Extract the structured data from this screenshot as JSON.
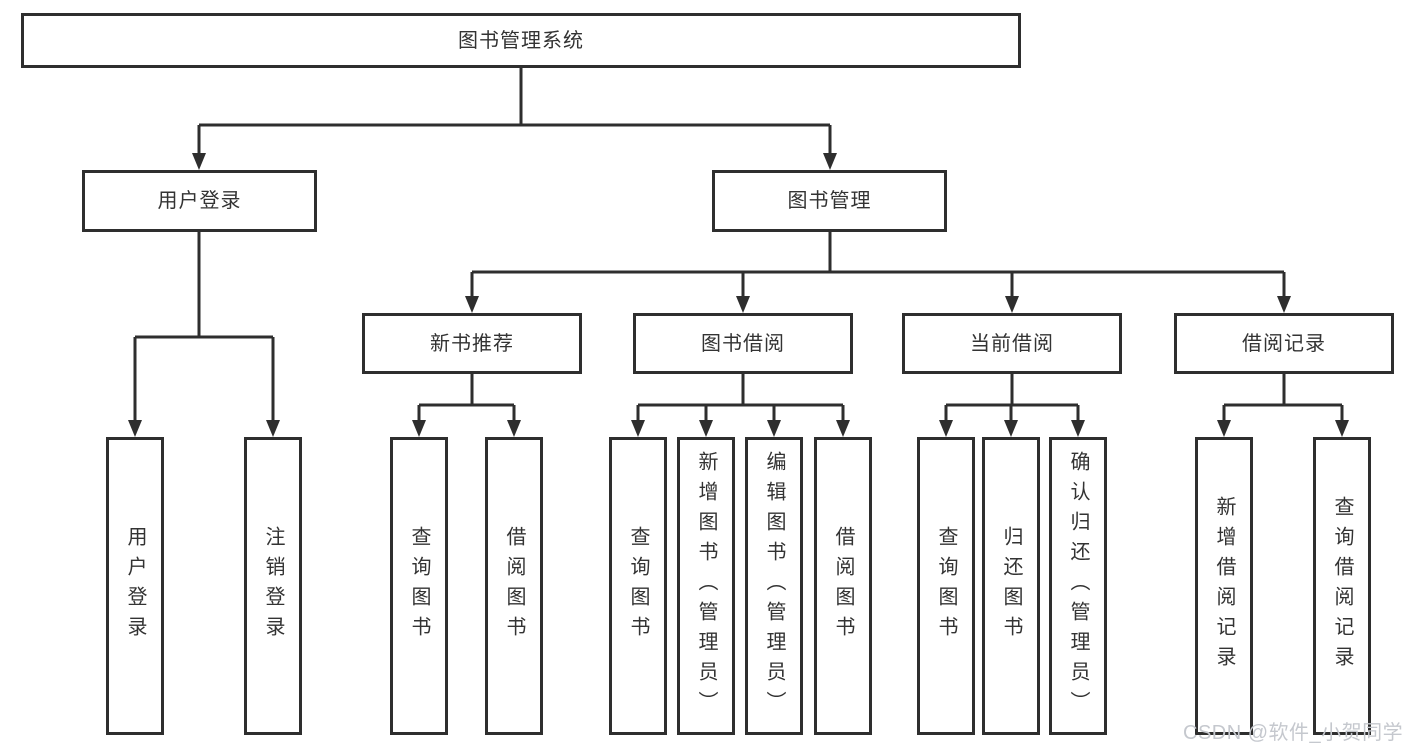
{
  "diagram": {
    "title": "图书管理系统",
    "tree": {
      "label": "图书管理系统",
      "children": [
        {
          "label": "用户登录",
          "children": [
            {
              "label": "用户登录"
            },
            {
              "label": "注销登录"
            }
          ]
        },
        {
          "label": "图书管理",
          "children": [
            {
              "label": "新书推荐",
              "children": [
                {
                  "label": "查询图书"
                },
                {
                  "label": "借阅图书"
                }
              ]
            },
            {
              "label": "图书借阅",
              "children": [
                {
                  "label": "查询图书"
                },
                {
                  "label": "新增图书（管理员）"
                },
                {
                  "label": "编辑图书（管理员）"
                },
                {
                  "label": "借阅图书"
                }
              ]
            },
            {
              "label": "当前借阅",
              "children": [
                {
                  "label": "查询图书"
                },
                {
                  "label": "归还图书"
                },
                {
                  "label": "确认归还（管理员）"
                }
              ]
            },
            {
              "label": "借阅记录",
              "children": [
                {
                  "label": "新增借阅记录"
                },
                {
                  "label": "查询借阅记录"
                }
              ]
            }
          ]
        }
      ]
    }
  },
  "watermark": {
    "text": "CSDN @软件_小贺同学"
  },
  "style": {
    "line_color": "#2e2e2e",
    "text_color": "#333333",
    "watermark_color": "#c5c8ce",
    "background": "#ffffff"
  }
}
